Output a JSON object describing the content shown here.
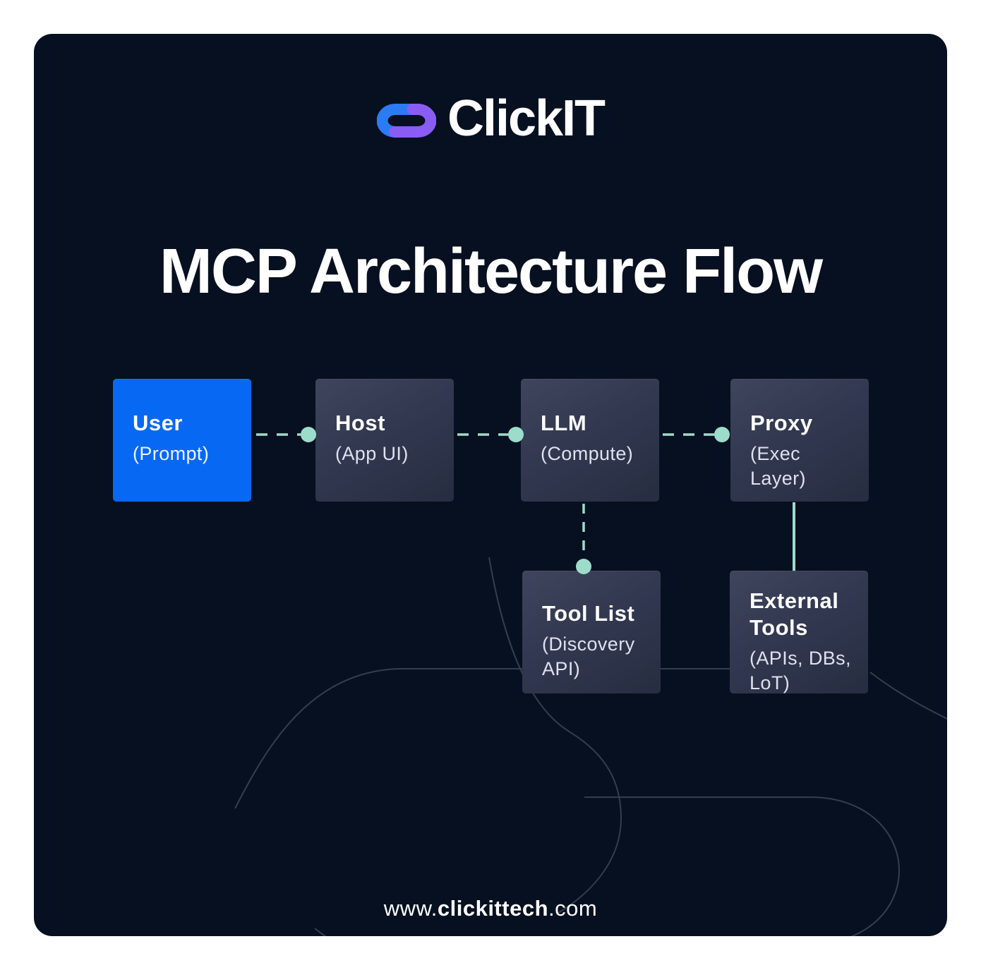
{
  "logo": {
    "text": "ClickIT",
    "icon": "clickit-chain-icon"
  },
  "title": "MCP Architecture Flow",
  "diagram": {
    "nodes": [
      {
        "id": "user",
        "label": "User",
        "sublabel": "(Prompt)",
        "variant": "primary"
      },
      {
        "id": "host",
        "label": "Host",
        "sublabel": "(App UI)",
        "variant": "dark"
      },
      {
        "id": "llm",
        "label": "LLM",
        "sublabel": "(Compute)",
        "variant": "dark"
      },
      {
        "id": "proxy",
        "label": "Proxy",
        "sublabel": "(Exec Layer)",
        "variant": "dark"
      },
      {
        "id": "tool-list",
        "label": "Tool List",
        "sublabel": "(Discovery API)",
        "variant": "dark"
      },
      {
        "id": "external-tools",
        "label": "External Tools",
        "sublabel": "(APIs, DBs, LoT)",
        "variant": "dark"
      }
    ],
    "connections": [
      {
        "from": "user",
        "to": "host",
        "style": "dashed-dot"
      },
      {
        "from": "host",
        "to": "llm",
        "style": "dashed-dot"
      },
      {
        "from": "llm",
        "to": "proxy",
        "style": "dashed-dot"
      },
      {
        "from": "llm",
        "to": "tool-list",
        "style": "dashed-dot"
      },
      {
        "from": "proxy",
        "to": "external-tools",
        "style": "solid"
      }
    ]
  },
  "footer": {
    "prefix": "www.",
    "brand": "clickittech",
    "suffix": ".com"
  },
  "colors": {
    "card_bg": "#071020",
    "accent_blue": "#0768f4",
    "accent_blue_shadow": "#0d3f8d",
    "node_dark": "#333a50",
    "node_dark_shadow": "#171d2e",
    "connector_mint": "#9ddcca",
    "logo_blue": "#2b7bf5",
    "logo_purple": "#8a5cf6",
    "decor_line": "#3d4655"
  }
}
